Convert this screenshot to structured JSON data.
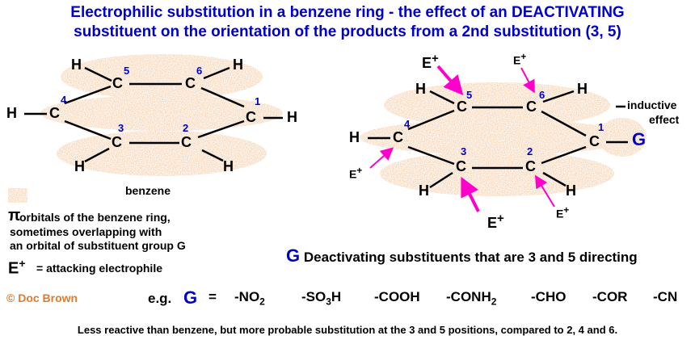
{
  "title": {
    "line1": "Electrophilic substitution in a benzene ring - the effect of an DEACTIVATING",
    "line2": "substituent on the orientation of the products from a 2nd substitution (3, 5)"
  },
  "benzene_label": "benzene",
  "legend": {
    "pi_symbol": "π",
    "pi_line1": "orbitals of the benzene ring,",
    "pi_line2": "sometimes overlapping with",
    "pi_line3": "an orbital of substituent group G",
    "e_symbol": "E",
    "e_plus": "+",
    "e_text": "= attacking electrophile"
  },
  "credit": "© Doc Brown",
  "deactivating": {
    "g": "G",
    "text": "Deactivating substituents that are 3 and 5 directing"
  },
  "examples": {
    "eg": "e.g.",
    "g": "G",
    "eq": "=",
    "items": [
      "-NO",
      "2",
      "-SO",
      "3",
      "H",
      "-COOH",
      "-CONH",
      "2",
      "-CHO",
      "-COR",
      "-CN"
    ]
  },
  "footer": "Less reactive than benzene, but more probable substitution at the 3 and 5 positions, compared to 2, 4 and 6.",
  "molecule": {
    "atom_c": "C",
    "atom_h": "H",
    "positions": [
      "1",
      "2",
      "3",
      "4",
      "5",
      "6"
    ],
    "substituent": "G",
    "inductive_line1": "inductive",
    "inductive_line2": "effect",
    "electrophile": "E",
    "plus": "+"
  },
  "colors": {
    "title": "#0000cc",
    "orbital": "#e8a06a",
    "arrow": "#ff00cc",
    "credit": "#e07a2e"
  }
}
